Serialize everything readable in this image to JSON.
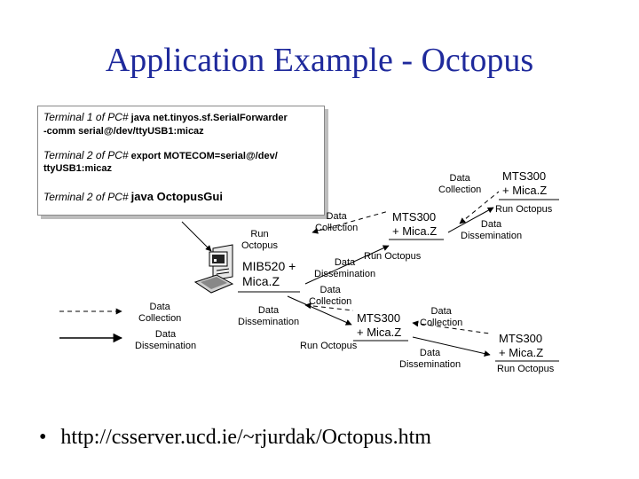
{
  "title": "Application Example - Octopus",
  "terminal": {
    "line1_prefix": "Terminal 1 of PC#",
    "line1_cmd": "java net.tinyos.sf.SerialForwarder",
    "line2": "-comm serial@/dev/ttyUSB1:micaz",
    "line3_prefix": "Terminal 2 of PC#",
    "line3_cmd": "export MOTECOM=serial@/dev/",
    "line4": "ttyUSB1:micaz",
    "line5_prefix": "Terminal 2 of PC#",
    "line5_cmd": "java OctopusGui"
  },
  "nodes": {
    "mib": "MIB520 +\nMica.Z",
    "mts_top": "MTS300\n+ Mica.Z",
    "mts_mid": "MTS300\n+ Mica.Z",
    "mts_right": "MTS300\n+ Mica.Z",
    "mts_far": "MTS300\n+ Mica.Z"
  },
  "labels": {
    "run_octopus_pc": "Run\nOctopus",
    "data_collection_1": "Data\nCollection",
    "data_collection_2": "Data\nCollection",
    "run_octopus_top": "Run Octopus",
    "data_dissemination_top": "Data\nDissemination",
    "run_octopus_mid": "Run Octopus",
    "data_dissemination_mid": "Data\nDissemination",
    "data_collection_lower": "Data\nCollection",
    "data_dissemination_lower": "Data\nDissemination",
    "run_octopus_lower": "Run Octopus",
    "data_collection_right": "Data\nCollection",
    "data_dissemination_right": "Data\nDissemination",
    "run_octopus_far": "Run Octopus"
  },
  "legend": {
    "collection": "Data\nCollection",
    "dissemination": "Data\nDissemination"
  },
  "bullet": {
    "symbol": "•",
    "url": "http://csserver.ucd.ie/~rjurdak/Octopus.htm"
  }
}
